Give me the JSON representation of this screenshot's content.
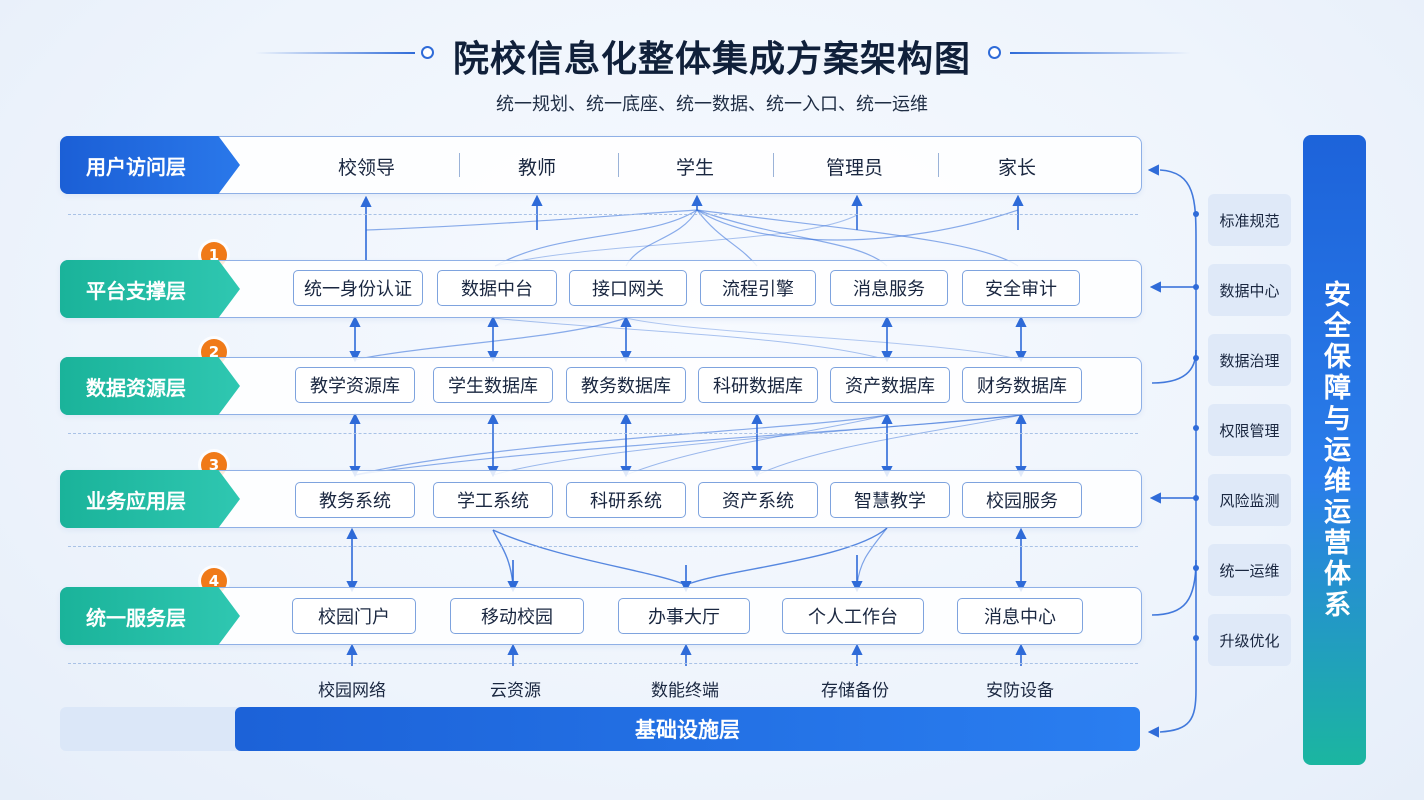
{
  "header": {
    "title": "院校信息化整体集成方案架构图",
    "subtitle": "统一规划、统一底座、统一数据、统一入口、统一运维"
  },
  "layers": {
    "user": {
      "label": "用户访问层",
      "items": [
        "校领导",
        "教师",
        "学生",
        "管理员",
        "家长"
      ]
    },
    "platform": {
      "badge": "1",
      "label": "平台支撑层",
      "items": [
        "统一身份认证",
        "数据中台",
        "接口网关",
        "流程引擎",
        "消息服务",
        "安全审计"
      ]
    },
    "data": {
      "badge": "2",
      "label": "数据资源层",
      "items": [
        "教学资源库",
        "学生数据库",
        "教务数据库",
        "科研数据库",
        "资产数据库",
        "财务数据库"
      ]
    },
    "business": {
      "badge": "3",
      "label": "业务应用层",
      "items": [
        "教务系统",
        "学工系统",
        "科研系统",
        "资产系统",
        "智慧教学",
        "校园服务"
      ]
    },
    "service": {
      "badge": "4",
      "label": "统一服务层",
      "items": [
        "校园门户",
        "移动校园",
        "办事大厅",
        "个人工作台",
        "消息中心"
      ]
    }
  },
  "infrastructure": {
    "items": [
      "校园网络",
      "云资源",
      "数能终端",
      "存储备份",
      "安防设备"
    ],
    "label": "基础设施层"
  },
  "side_panel": {
    "items": [
      "标准规范",
      "数据中心",
      "数据治理",
      "权限管理",
      "风险监测",
      "统一运维",
      "升级优化"
    ],
    "title": "安全保障与运维运营体系"
  },
  "colors": {
    "accent_blue": "#1b5fd6",
    "accent_teal": "#1ab39a",
    "badge_orange": "#f07a18",
    "connector": "#2f6bd8"
  }
}
